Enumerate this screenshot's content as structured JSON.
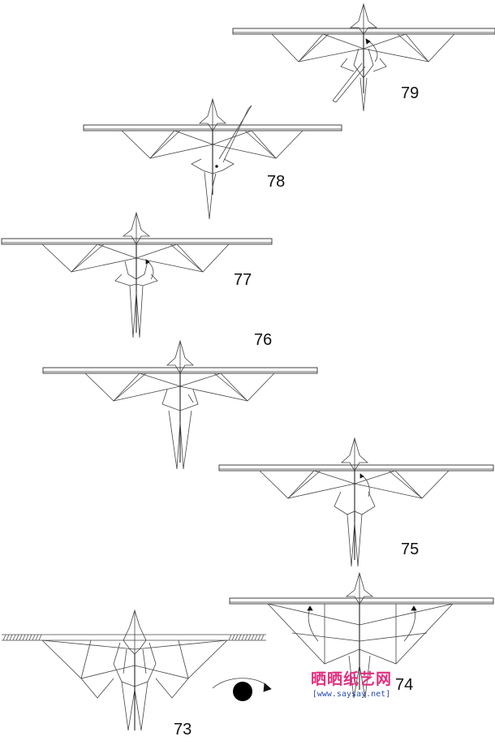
{
  "steps": [
    {
      "id": "s79",
      "number": "79"
    },
    {
      "id": "s78",
      "number": "78"
    },
    {
      "id": "s77",
      "number": "77"
    },
    {
      "id": "s76",
      "number": "76"
    },
    {
      "id": "s75",
      "number": "75"
    },
    {
      "id": "s74",
      "number": "74"
    },
    {
      "id": "s73",
      "number": "73"
    }
  ],
  "watermark": {
    "brand": "晒晒纸艺网",
    "url": "[www.saysay.net]"
  },
  "colors": {
    "line": "#444444",
    "watermark_brand": "#e0307f",
    "watermark_url": "#2a4fb0"
  }
}
